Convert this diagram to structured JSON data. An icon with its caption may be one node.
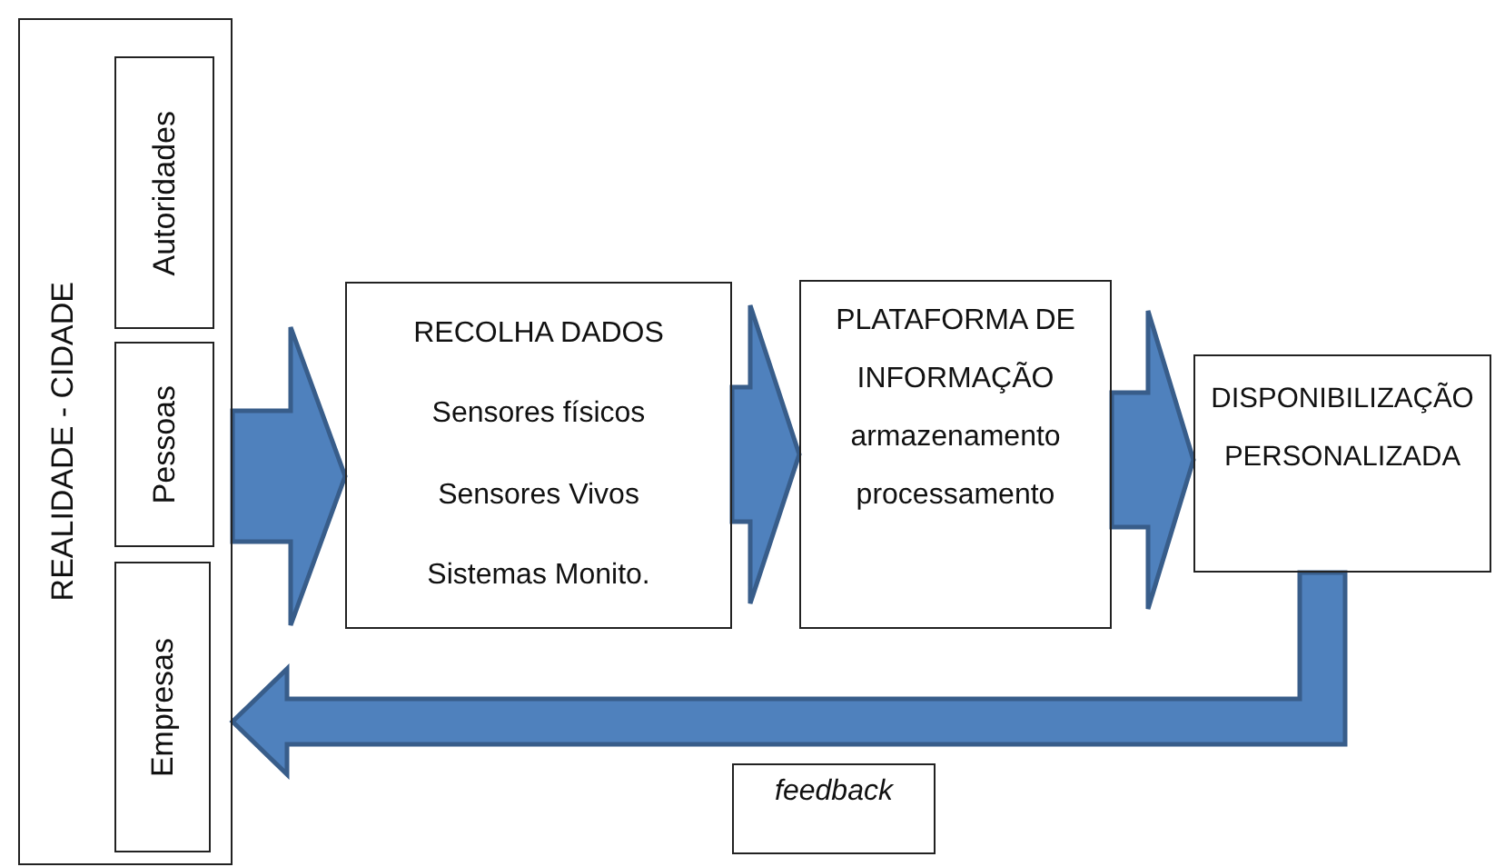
{
  "diagram": {
    "nodes": [
      {
        "text": [
          "REALIDADE - CIDADE"
        ]
      },
      {
        "text": [
          "Autoridades"
        ],
        "in": 0
      },
      {
        "text": [
          "Pessoas"
        ],
        "in": 0
      },
      {
        "text": [
          "Empresas"
        ],
        "in": 0
      },
      {
        "text": [
          "RECOLHA DADOS",
          "Sensores físicos",
          "Sensores Vivos",
          "Sistemas Monito."
        ]
      },
      {
        "text": [
          "PLATAFORMA DE INFORMAÇÃO",
          "armazenamento processamento"
        ]
      },
      {
        "text": [
          "DISPONIBILIZAÇÃO PERSONALIZADA"
        ]
      },
      {
        "text": [
          "feedback"
        ]
      }
    ],
    "edges": [
      {
        "from": 0,
        "to": 4,
        "arrow": "to",
        "style": "thick"
      },
      {
        "from": 4,
        "to": 5,
        "arrow": "to",
        "style": "thick"
      },
      {
        "from": 5,
        "to": 6,
        "arrow": "to",
        "style": "thick"
      },
      {
        "from": 6,
        "to": 0,
        "arrow": "to",
        "style": "thick"
      }
    ]
  }
}
